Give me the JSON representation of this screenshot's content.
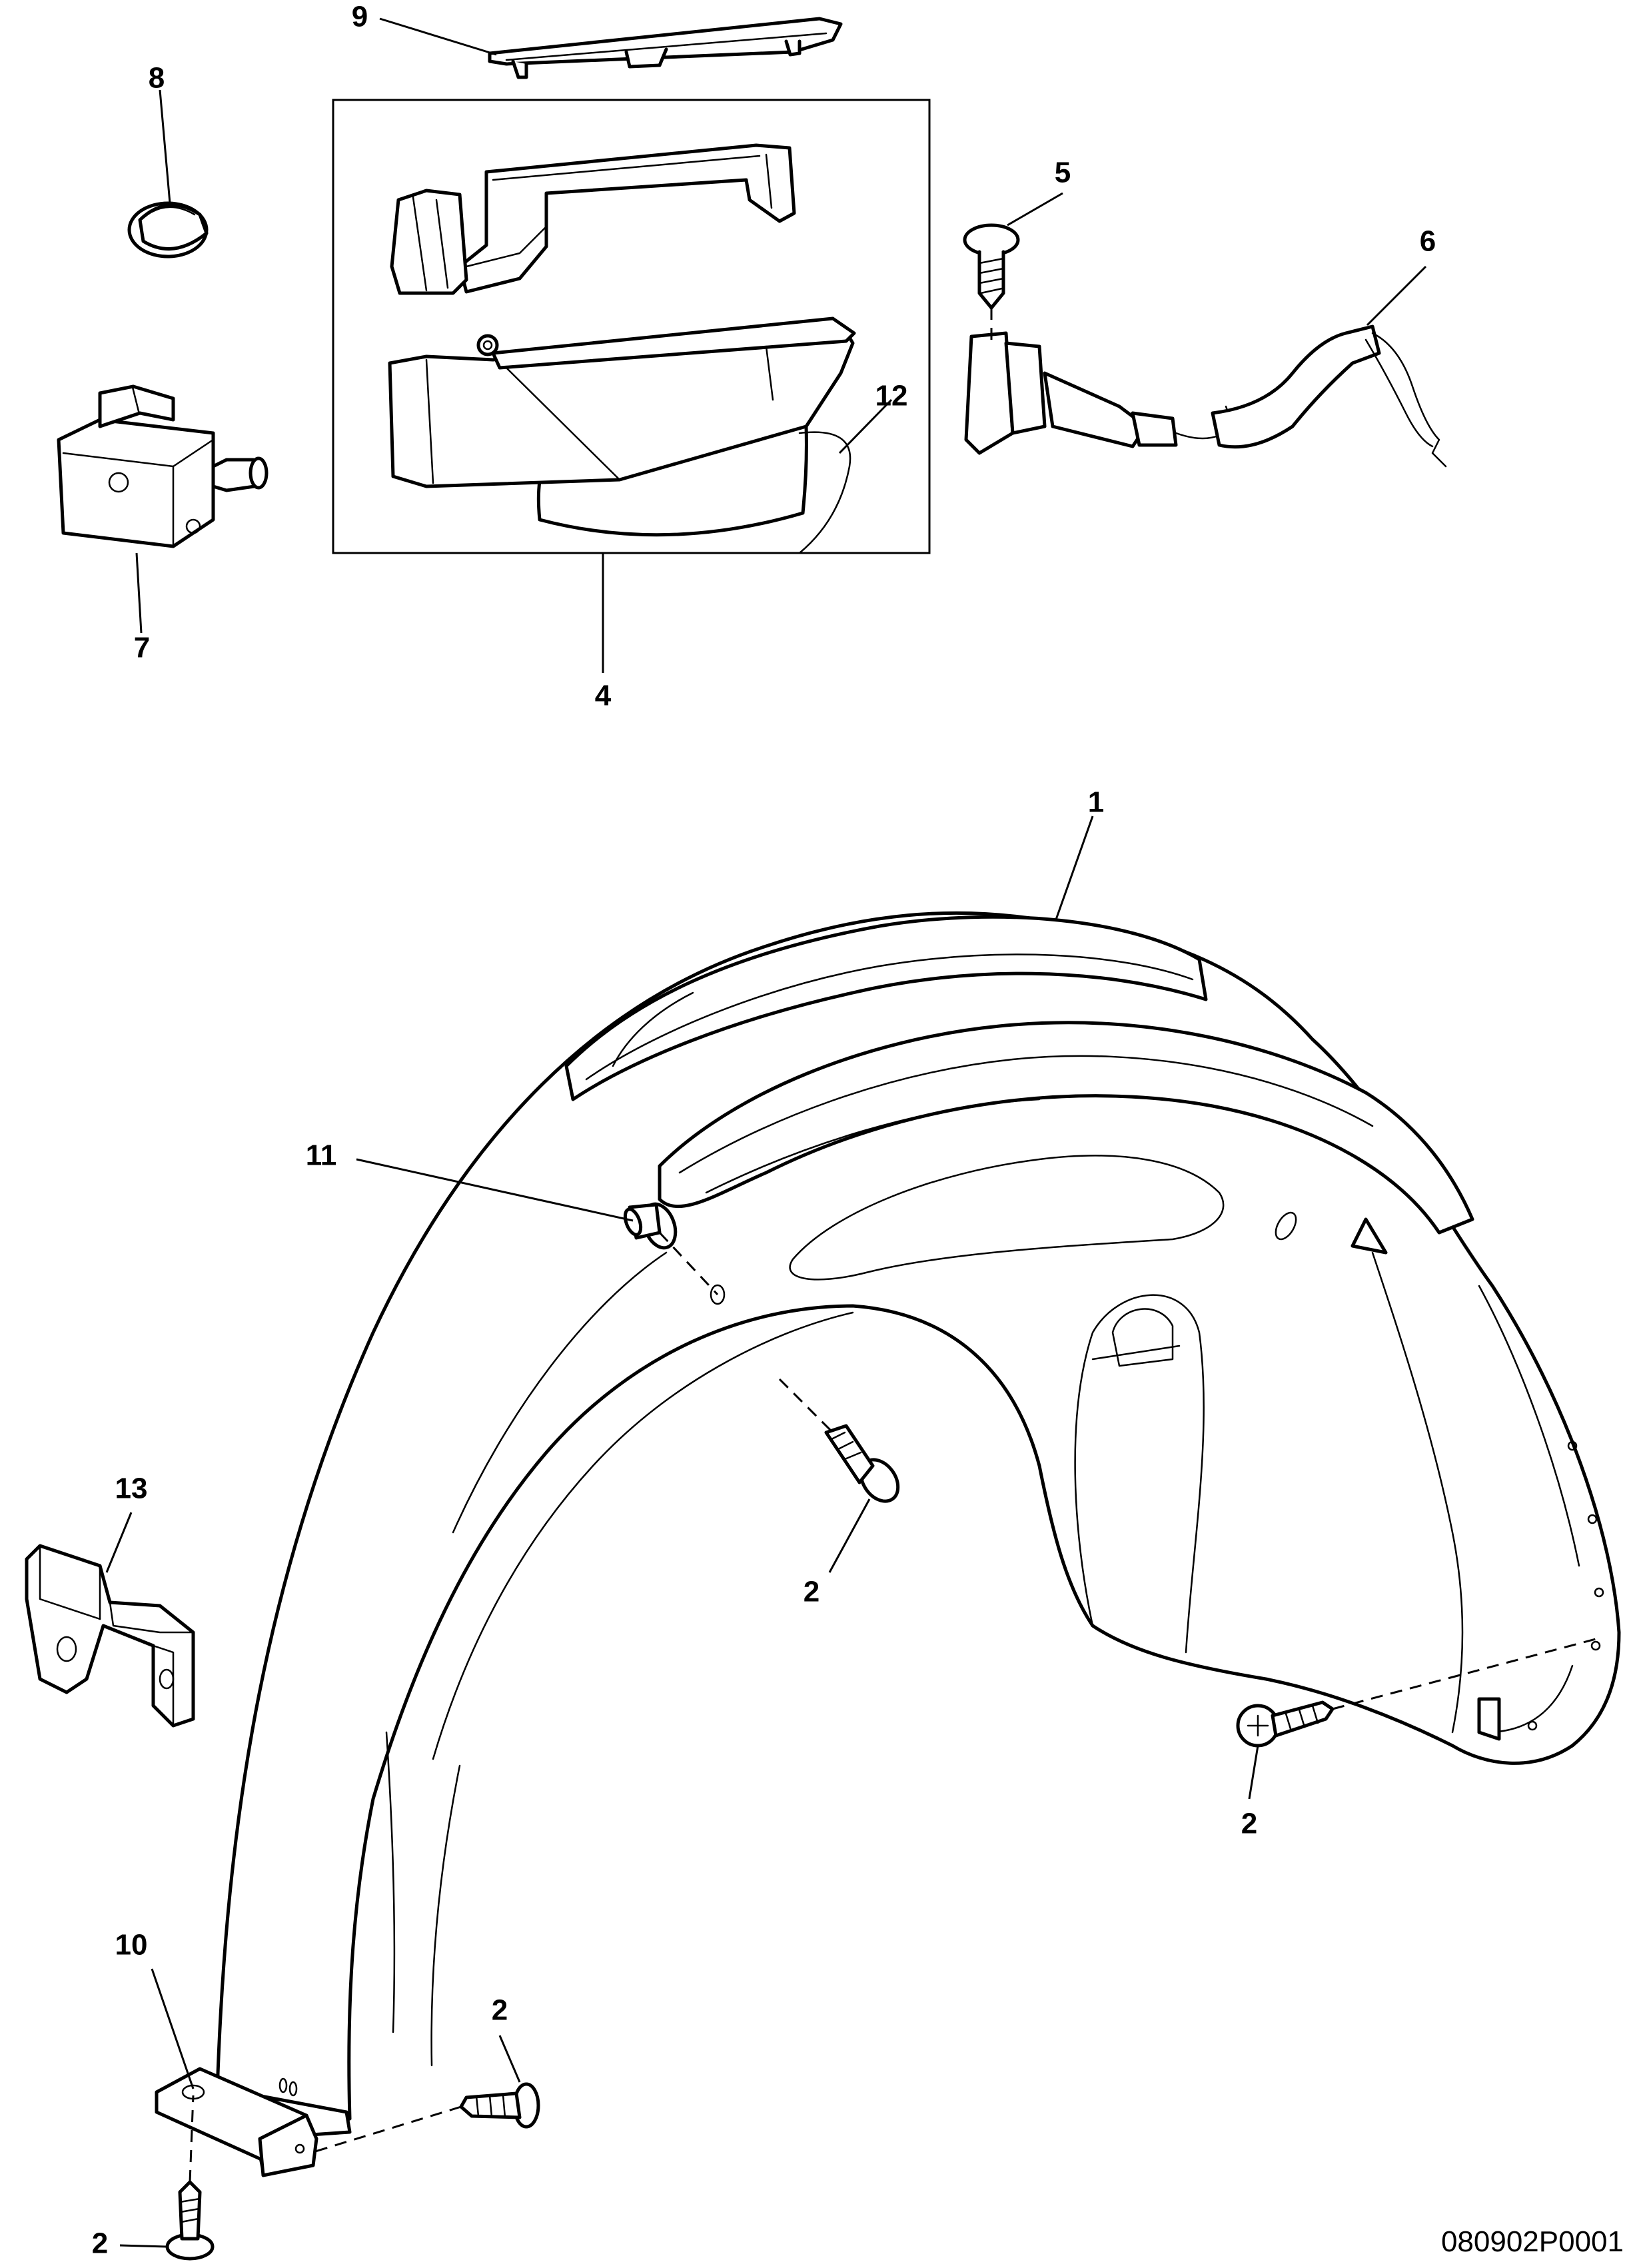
{
  "diagram": {
    "reference_code": "080902P0001",
    "callouts": {
      "c1": "1",
      "c2a": "2",
      "c2b": "2",
      "c2c": "2",
      "c2d": "2",
      "c4": "4",
      "c5": "5",
      "c6": "6",
      "c7": "7",
      "c8": "8",
      "c9": "9",
      "c10": "10",
      "c11": "11",
      "c12": "12",
      "c13": "13"
    }
  }
}
